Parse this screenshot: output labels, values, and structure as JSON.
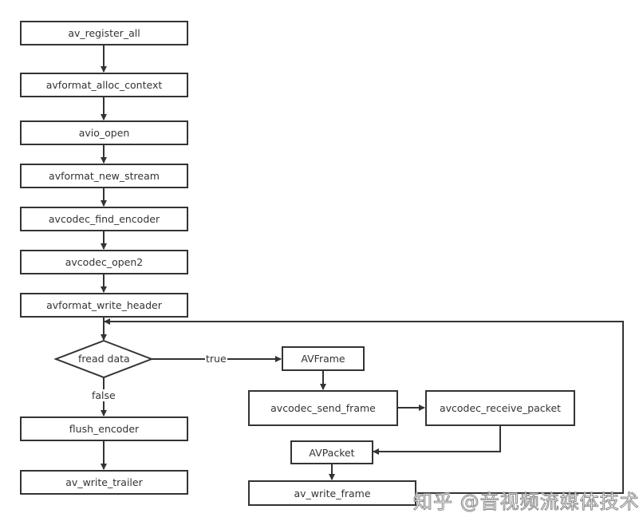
{
  "nodes": {
    "register": "av_register_all",
    "alloc": "avformat_alloc_context",
    "avio": "avio_open",
    "new_stream": "avformat_new_stream",
    "find_encoder": "avcodec_find_encoder",
    "open2": "avcodec_open2",
    "write_header": "avformat_write_header",
    "fread": "fread data",
    "flush": "flush_encoder",
    "trailer": "av_write_trailer",
    "avframe": "AVFrame",
    "send_frame": "avcodec_send_frame",
    "receive_packet": "avcodec_receive_packet",
    "avpacket": "AVPacket",
    "write_frame": "av_write_frame"
  },
  "edges": {
    "true_label": "true",
    "false_label": "false"
  },
  "watermark": "知乎 @音视频流媒体技术"
}
